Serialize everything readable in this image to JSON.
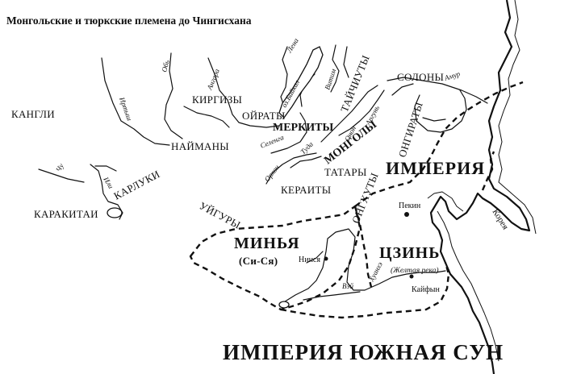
{
  "title": "Монгольские и тюркские племена до Чингисхана",
  "tribes": {
    "kangli": "КАНГЛИ",
    "kirgizy": "КИРГИЗЫ",
    "oiraty": "ОЙРАТЫ",
    "merkity": "МЕРКИТЫ",
    "taichiuty": "ТАЙЧИУТЫ",
    "solony": "СОЛОНЫ",
    "onggiraty": "ОНГИРАТЫ",
    "naimany": "НАЙМАНЫ",
    "mongoly": "МОНГОЛЫ",
    "tatary": "ТАТАРЫ",
    "keraity": "КЕРАИТЫ",
    "karluki": "КАРЛУКИ",
    "karakitai": "КАРАКИТАИ",
    "uigury": "УЙГУРЫ",
    "ongkhuty": "ОНГХУТЫ"
  },
  "states": {
    "minya": "МИНЬЯ",
    "minya_alt": "(Си-Ся)",
    "imperia": "ИМПЕРИЯ",
    "tszin": "ЦЗИНЬ",
    "south_song": "ИМПЕРИЯ ЮЖНАЯ СУН"
  },
  "rivers": {
    "lena": "Лена",
    "angara": "Ангара",
    "ob": "Обь",
    "irtysh": "Иртыш",
    "baikal": "оз.Байкал",
    "vitim": "Витим",
    "onon": "Онон",
    "argun": "Аргунь",
    "amur": "Амур",
    "selenga": "Селенга",
    "tula": "Туда",
    "orkhon": "Орхон",
    "chu": "Чу",
    "ili": "Или",
    "huanghe": "Хуанхэ",
    "yellow_river": "(Желтая река)",
    "vei": "Вэй"
  },
  "cities": {
    "pekin": "Пекин",
    "ninsya": "Нинся",
    "kaifyn": "Кайфын"
  },
  "regions": {
    "korea": "Корея"
  }
}
